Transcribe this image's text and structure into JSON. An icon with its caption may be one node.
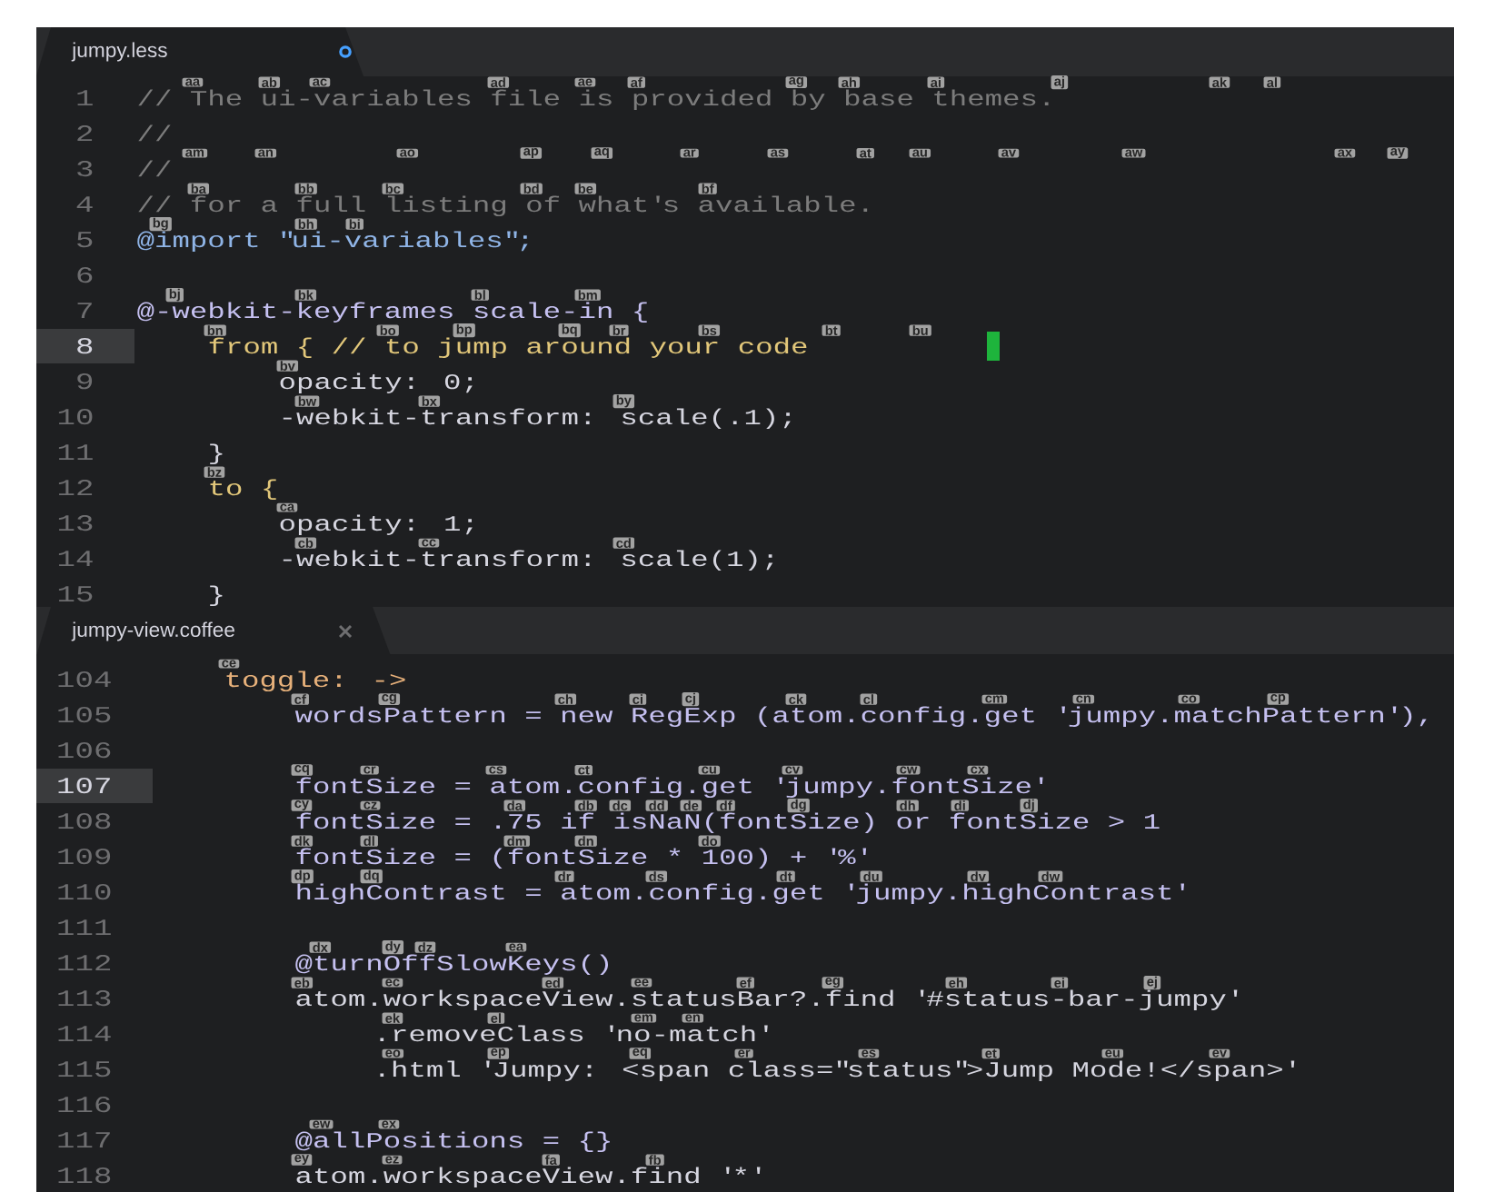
{
  "diagram": {
    "nodes": [
      {
        "text": [
          "jumpy.less"
        ]
      },
      {
        "text": [
          "jumpy-view.coffee"
        ]
      }
    ],
    "labels": [
      "1",
      "// The ui-variables file is provided by base themes.",
      "aa",
      "ab",
      "ac",
      "ad",
      "ae",
      "af",
      "ag",
      "ah",
      "ai",
      "aj",
      "ak",
      "al",
      "2",
      "//",
      "3",
      "//",
      "am",
      "an",
      "ao",
      "ap",
      "aq",
      "ar",
      "as",
      "at",
      "au",
      "av",
      "aw",
      "ax",
      "ay",
      "4",
      "// for a full listing of what's available.",
      "ba",
      "bb",
      "bc",
      "bd",
      "be",
      "bf",
      "5",
      "@import \"ui-variables\";",
      "bg",
      "bh",
      "bi",
      "6",
      "7",
      "@-webkit-keyframes scale-in {",
      "bj",
      "bk",
      "bl",
      "bm",
      "8",
      "from { // to jump around your code",
      "bn",
      "bo",
      "bp",
      "bq",
      "br",
      "bs",
      "bt",
      "bu",
      "9",
      "opacity: 0;",
      "bv",
      "10",
      "-webkit-transform: scale(.1);",
      "bw",
      "bx",
      "by",
      "11",
      "}",
      "12",
      "to {",
      "bz",
      "13",
      "opacity: 1;",
      "ca",
      "14",
      "-webkit-transform: scale(1);",
      "cb",
      "cc",
      "cd",
      "15",
      "}",
      "104",
      "toggle: ->",
      "ce",
      "105",
      "wordsPattern = new RegExp (atom.config.get 'jumpy.matchPattern'),",
      "cf",
      "cg",
      "ch",
      "ci",
      "cj",
      "ck",
      "cl",
      "cm",
      "cn",
      "co",
      "cp",
      "106",
      "107",
      "fontSize = atom.config.get 'jumpy.fontSize'",
      "cq",
      "cr",
      "cs",
      "ct",
      "cu",
      "cv",
      "cw",
      "cx",
      "108",
      "fontSize = .75 if isNaN(fontSize) or fontSize > 1",
      "cy",
      "cz",
      "da",
      "db",
      "dc",
      "dd",
      "de",
      "df",
      "dg",
      "dh",
      "di",
      "dj",
      "109",
      "fontSize = (fontSize * 100) + '%'",
      "dk",
      "dl",
      "dm",
      "dn",
      "do",
      "110",
      "highContrast = atom.config.get 'jumpy.highContrast'",
      "dp",
      "dq",
      "dr",
      "ds",
      "dt",
      "du",
      "dv",
      "dw",
      "111",
      "112",
      "@turnOffSlowKeys()",
      "dx",
      "dy",
      "dz",
      "ea",
      "113",
      "atom.workspaceView.statusBar?.find '#status-bar-jumpy'",
      "eb",
      "ec",
      "ed",
      "ee",
      "ef",
      "eg",
      "eh",
      "ei",
      "ej",
      "114",
      ".removeClass 'no-match'",
      "ek",
      "el",
      "em",
      "en",
      "115",
      ".html 'Jumpy: <span class=\"status\">Jump Mode!</span>'",
      "eo",
      "ep",
      "eq",
      "er",
      "es",
      "et",
      "eu",
      "ev",
      "116",
      "117",
      "@allPositions = {}",
      "ew",
      "ex",
      "118",
      "atom.workspaceView.find '*'",
      "ey",
      "ez",
      "fa",
      "fb"
    ]
  }
}
